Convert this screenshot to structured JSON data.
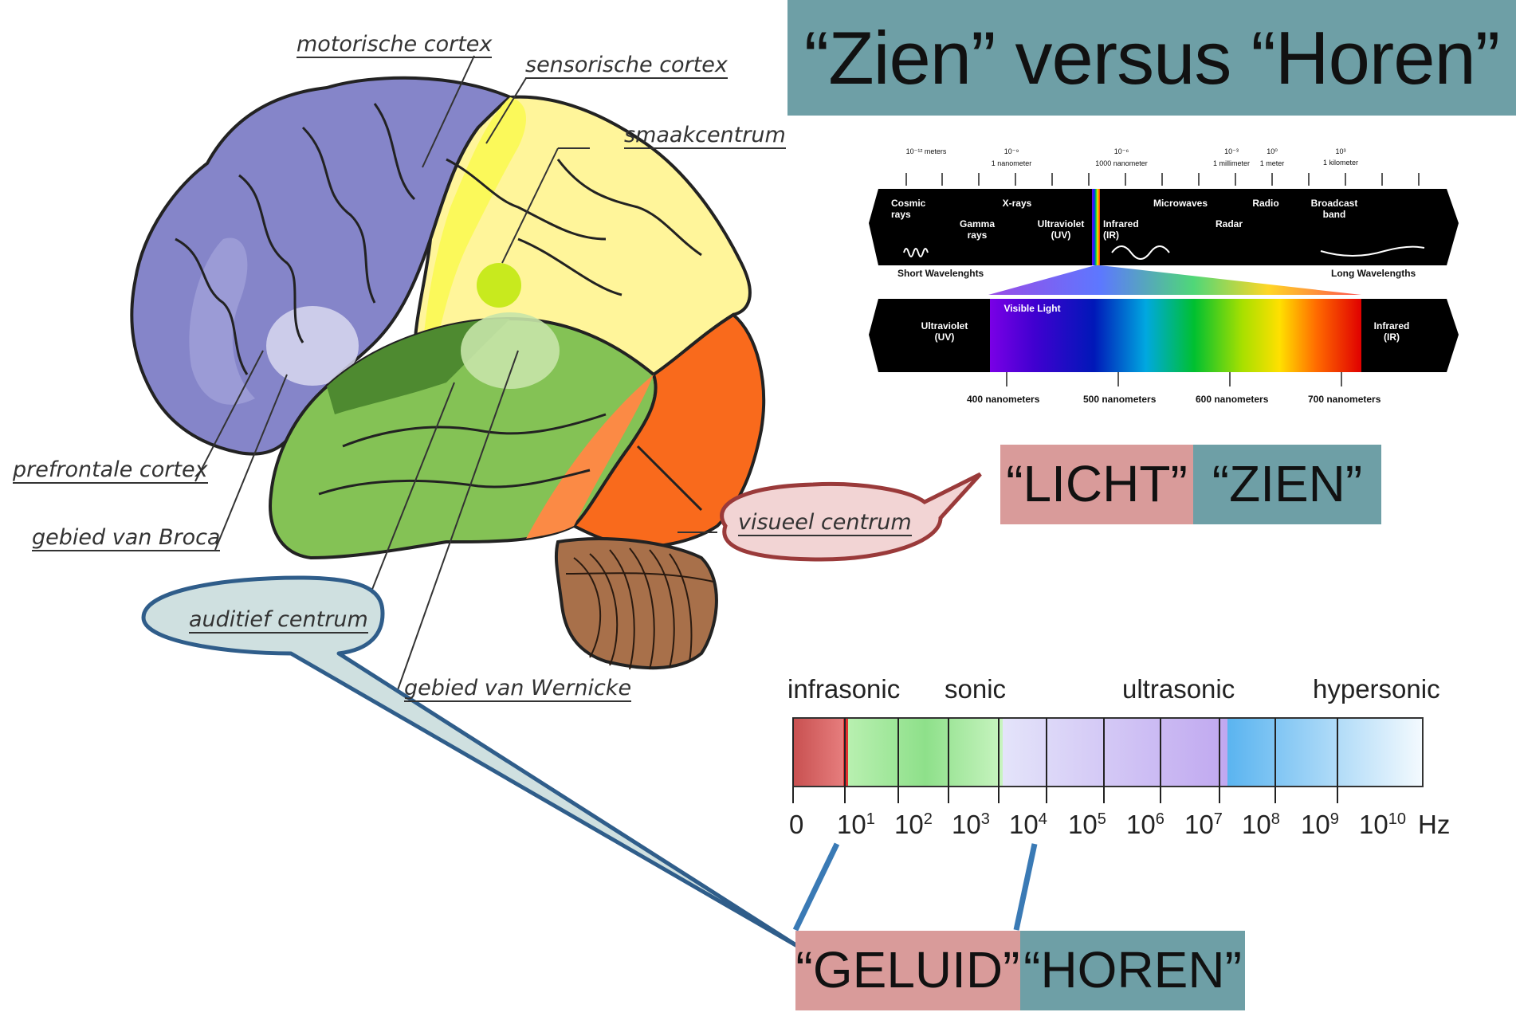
{
  "title": "“Zien” versus “Horen”",
  "colors": {
    "title_bar": "#6e9fa6",
    "box_pink": "#d99b9a",
    "box_teal": "#6e9fa6",
    "visual_bubble": "#f2d4d4",
    "visual_bubble_border": "#9a3a3a",
    "auditory_bubble": "#cfe0e0",
    "auditory_bubble_border": "#2f5d8a",
    "frontal_lobe": "#8585c9",
    "parietal_lobe": "#fff59a",
    "temporal_lobe": "#84c255",
    "occipital_lobe": "#f96a1c",
    "cerebellum": "#a8704a"
  },
  "brain_labels": {
    "motor": "motorische cortex",
    "sensory": "sensorische cortex",
    "taste": "smaakcentrum",
    "prefrontal": "prefrontale cortex",
    "broca": "gebied van Broca",
    "visual": "visueel centrum",
    "auditory": "auditief centrum",
    "wernicke": "gebied van Wernicke"
  },
  "em_spectrum": {
    "scale_labels": [
      {
        "power": "10⁻¹² meters",
        "name": ""
      },
      {
        "power": "10⁻⁹",
        "name": "1 nanometer"
      },
      {
        "power": "10⁻⁶",
        "name": "1000 nanometer"
      },
      {
        "power": "10⁻³",
        "name": "1 millimeter"
      },
      {
        "power": "10⁰",
        "name": "1 meter"
      },
      {
        "power": "10³",
        "name": "1 kilometer"
      }
    ],
    "bands": {
      "cosmic": "Cosmic rays",
      "gamma": "Gamma rays",
      "xrays": "X-rays",
      "uv": "Ultraviolet (UV)",
      "infrared": "Infrared (IR)",
      "microwaves": "Microwaves",
      "radar": "Radar",
      "radio": "Radio",
      "broadcast": "Broadcast band"
    },
    "short_label": "Short Wavelenghts",
    "long_label": "Long Wavelengths",
    "visible": {
      "title": "Visible Light",
      "uv": "Ultraviolet (UV)",
      "ir": "Infrared (IR)",
      "ticks": [
        "400 nanometers",
        "500 nanometers",
        "600 nanometers",
        "700 nanometers"
      ]
    }
  },
  "light_box": {
    "left": "“LICHT”",
    "right": "“ZIEN”"
  },
  "sound_box": {
    "left": "“GELUID”",
    "right": "“HOREN”"
  },
  "sound_spectrum": {
    "categories": [
      "infrasonic",
      "sonic",
      "ultrasonic",
      "hypersonic"
    ],
    "ticks": [
      {
        "base": "0",
        "exp": ""
      },
      {
        "base": "10",
        "exp": "1"
      },
      {
        "base": "10",
        "exp": "2"
      },
      {
        "base": "10",
        "exp": "3"
      },
      {
        "base": "10",
        "exp": "4"
      },
      {
        "base": "10",
        "exp": "5"
      },
      {
        "base": "10",
        "exp": "6"
      },
      {
        "base": "10",
        "exp": "7"
      },
      {
        "base": "10",
        "exp": "8"
      },
      {
        "base": "10",
        "exp": "9"
      },
      {
        "base": "10",
        "exp": "10"
      }
    ],
    "unit": "Hz"
  }
}
